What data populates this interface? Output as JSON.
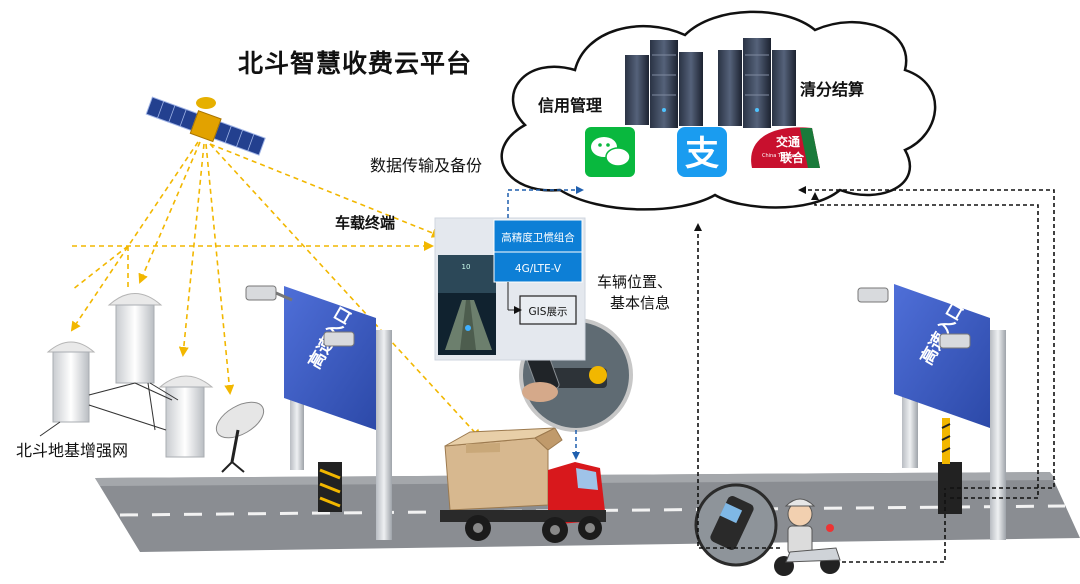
{
  "title": "北斗智慧收费云平台",
  "cloud": {
    "credit_label": "信用管理",
    "clearing_label": "清分结算",
    "data_transfer_label": "数据传输及备份",
    "payment_logos": {
      "unionpay_line1": "交通",
      "unionpay_line2": "联合",
      "unionpay_small": "China T-union"
    }
  },
  "terminal": {
    "label": "车载终端",
    "modules": [
      "高精度卫惯组合",
      "4G/LTE-V",
      "GIS展示"
    ]
  },
  "vehicle_info": [
    "车辆位置、",
    "基本信息"
  ],
  "ground_network_label": "北斗地基增强网",
  "gantry_sign_text": "高速入口",
  "colors": {
    "accent_yellow": "#f2b700",
    "terminal_blue": "#0d7fd6",
    "sign_blue": "#3f5dc7",
    "wechat_green": "#09b83e",
    "alipay_blue": "#1a9cf0",
    "unionpay_red": "#c8102e"
  }
}
